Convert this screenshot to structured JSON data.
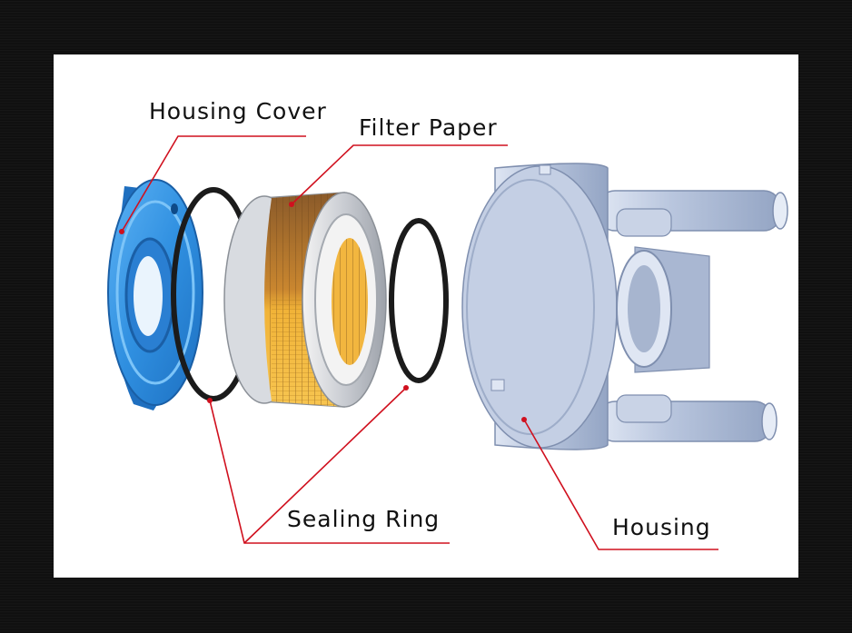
{
  "labels": {
    "housing_cover": "Housing Cover",
    "filter_paper": "Filter Paper",
    "sealing_ring": "Sealing Ring",
    "housing": "Housing"
  },
  "colors": {
    "leader_line": "#d0101e",
    "cover_blue": "#2f8fe0",
    "filter_orange": "#e7a52a",
    "housing_grey": "#b9c6de",
    "ring_black": "#1b1b1b"
  }
}
